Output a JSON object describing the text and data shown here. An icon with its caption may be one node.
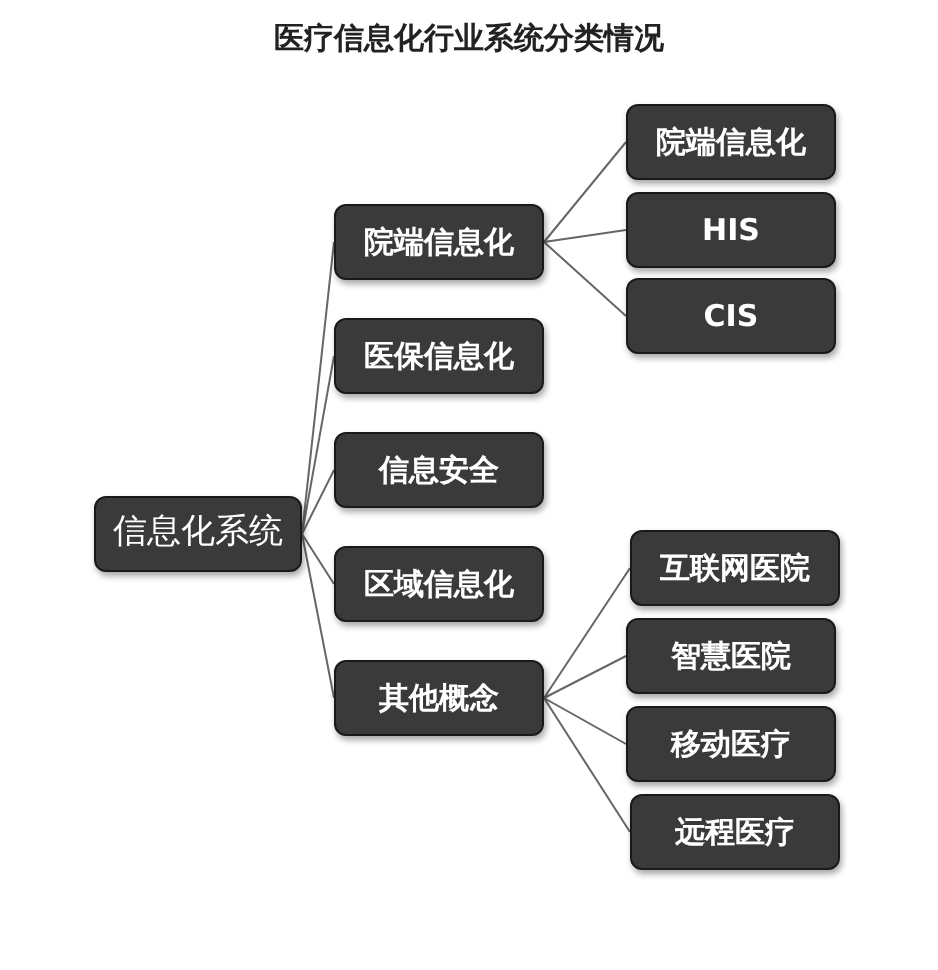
{
  "diagram": {
    "title": "医疗信息化行业系统分类情况",
    "nodes": [
      {
        "text": [
          "信息化系统"
        ]
      },
      {
        "text": [
          "院端信息化"
        ]
      },
      {
        "text": [
          "医保信息化"
        ]
      },
      {
        "text": [
          "信息安全"
        ]
      },
      {
        "text": [
          "区域信息化"
        ]
      },
      {
        "text": [
          "其他概念"
        ]
      },
      {
        "text": [
          "院端信息化"
        ]
      },
      {
        "text": [
          "HIS"
        ]
      },
      {
        "text": [
          "CIS"
        ]
      },
      {
        "text": [
          "互联网医院"
        ]
      },
      {
        "text": [
          "智慧医院"
        ]
      },
      {
        "text": [
          "移动医疗"
        ]
      },
      {
        "text": [
          "远程医疗"
        ]
      }
    ],
    "edges": [
      {
        "from": 0,
        "to": 1,
        "arrow": "none"
      },
      {
        "from": 0,
        "to": 2,
        "arrow": "none"
      },
      {
        "from": 0,
        "to": 3,
        "arrow": "none"
      },
      {
        "from": 0,
        "to": 4,
        "arrow": "none"
      },
      {
        "from": 0,
        "to": 5,
        "arrow": "none"
      },
      {
        "from": 1,
        "to": 6,
        "arrow": "none"
      },
      {
        "from": 1,
        "to": 7,
        "arrow": "none"
      },
      {
        "from": 1,
        "to": 8,
        "arrow": "none"
      },
      {
        "from": 5,
        "to": 9,
        "arrow": "none"
      },
      {
        "from": 5,
        "to": 10,
        "arrow": "none"
      },
      {
        "from": 5,
        "to": 11,
        "arrow": "none"
      },
      {
        "from": 5,
        "to": 12,
        "arrow": "none"
      }
    ]
  }
}
